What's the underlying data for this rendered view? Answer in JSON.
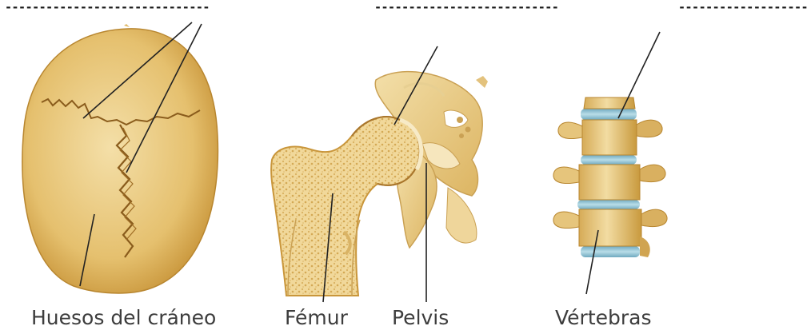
{
  "blanks": {
    "left": "------------------------------",
    "middle": "---------------------------",
    "right": "--------------------"
  },
  "labels": {
    "skull": "Huesos del cráneo",
    "femur": "Fémur",
    "pelvis": "Pelvis",
    "vertebrae": "Vértebras"
  },
  "colors": {
    "bone": "#e8c67a",
    "bone_dark": "#c99a3e",
    "bone_light": "#f6e4b4",
    "disc": "#8fc4d6",
    "line": "#222222",
    "text": "#3d3d3d"
  }
}
